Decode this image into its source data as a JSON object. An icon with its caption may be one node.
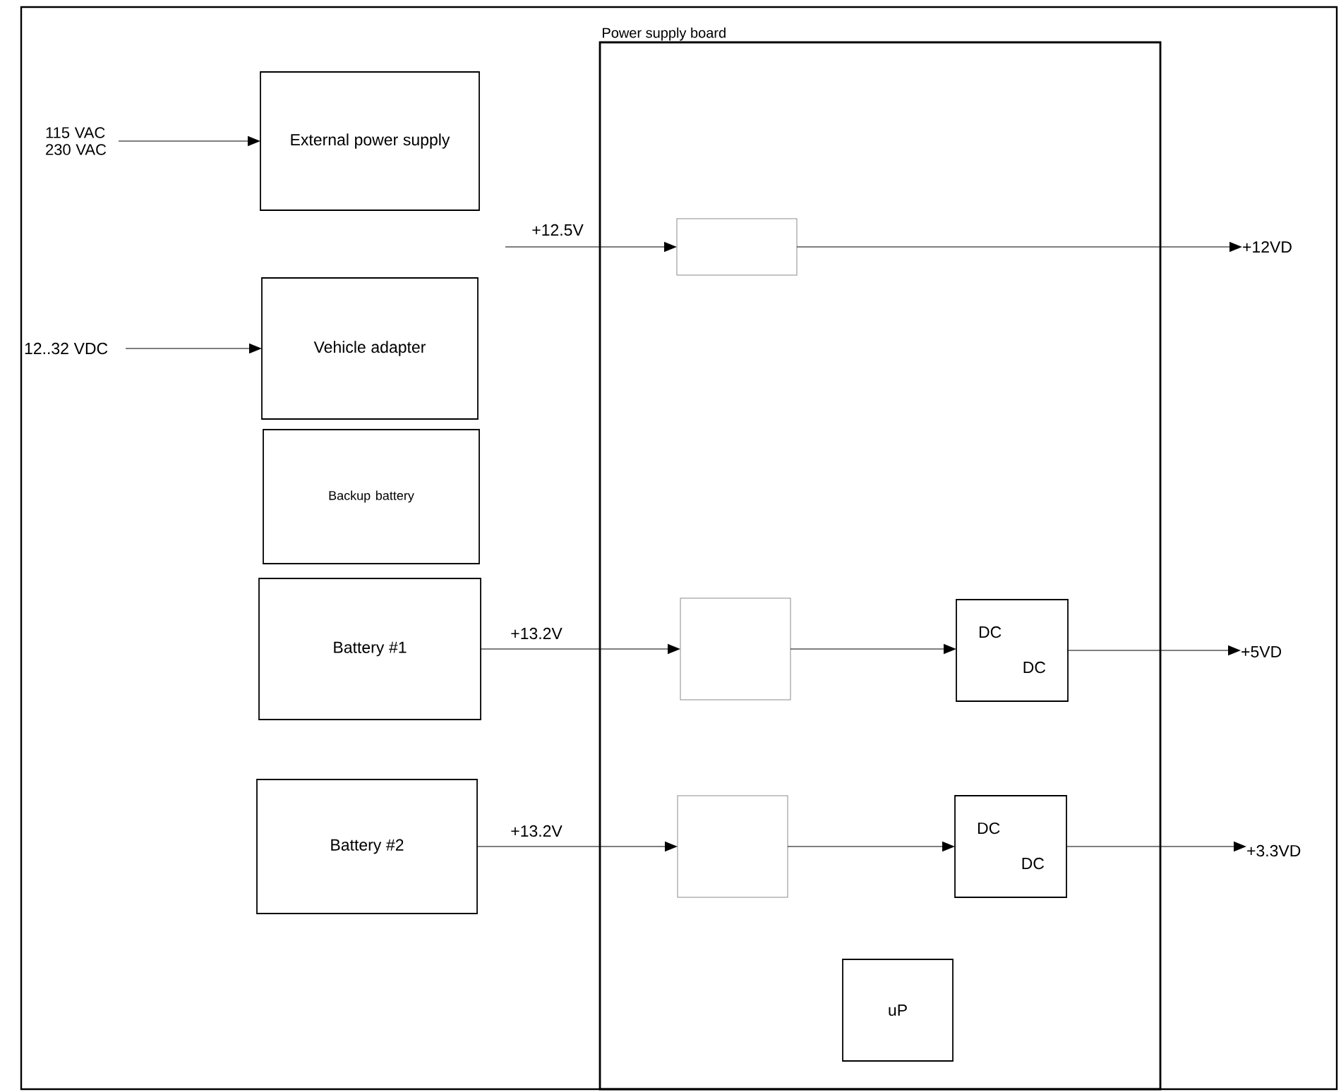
{
  "diagram": {
    "nodes": [
      {
        "text": [
          "115 VAC 230 VAC"
        ]
      },
      {
        "text": [
          "External power supply"
        ]
      },
      {
        "text": [
          "12..32 VDC"
        ]
      },
      {
        "text": [
          "Vehicle adapter"
        ]
      },
      {
        "text": [
          "Backup battery"
        ]
      },
      {
        "text": [
          "Battery #1"
        ]
      },
      {
        "text": [
          "Battery #2"
        ]
      },
      {
        "text": [
          "Power supply board"
        ]
      },
      {
        "text": [],
        "shape": "box",
        "in": 7
      },
      {
        "text": [],
        "shape": "box",
        "in": 7
      },
      {
        "text": [
          "DC",
          "DC"
        ],
        "in": 7
      },
      {
        "text": [],
        "shape": "box",
        "in": 7
      },
      {
        "text": [
          "DC",
          "DC"
        ],
        "in": 7
      },
      {
        "text": [
          "uP"
        ],
        "in": 7
      },
      {
        "text": [
          "+12VD"
        ]
      },
      {
        "text": [
          "+5VD"
        ]
      },
      {
        "text": [
          "+3.3VD"
        ]
      }
    ],
    "edges": [
      {
        "from": 0,
        "to": 1,
        "arrow": "to"
      },
      {
        "from": 2,
        "to": 3,
        "arrow": "to"
      },
      {
        "from": null,
        "to": 8,
        "arrow": "to",
        "label": "+12.5V"
      },
      {
        "from": 8,
        "to": 14,
        "arrow": "to"
      },
      {
        "from": 5,
        "to": 9,
        "arrow": "to",
        "label": "+13.2V"
      },
      {
        "from": 9,
        "to": 10,
        "arrow": "to"
      },
      {
        "from": 10,
        "to": 15,
        "arrow": "to"
      },
      {
        "from": 6,
        "to": 11,
        "arrow": "to",
        "label": "+13.2V"
      },
      {
        "from": 11,
        "to": 12,
        "arrow": "to"
      },
      {
        "from": 12,
        "to": 16,
        "arrow": "to"
      }
    ]
  }
}
